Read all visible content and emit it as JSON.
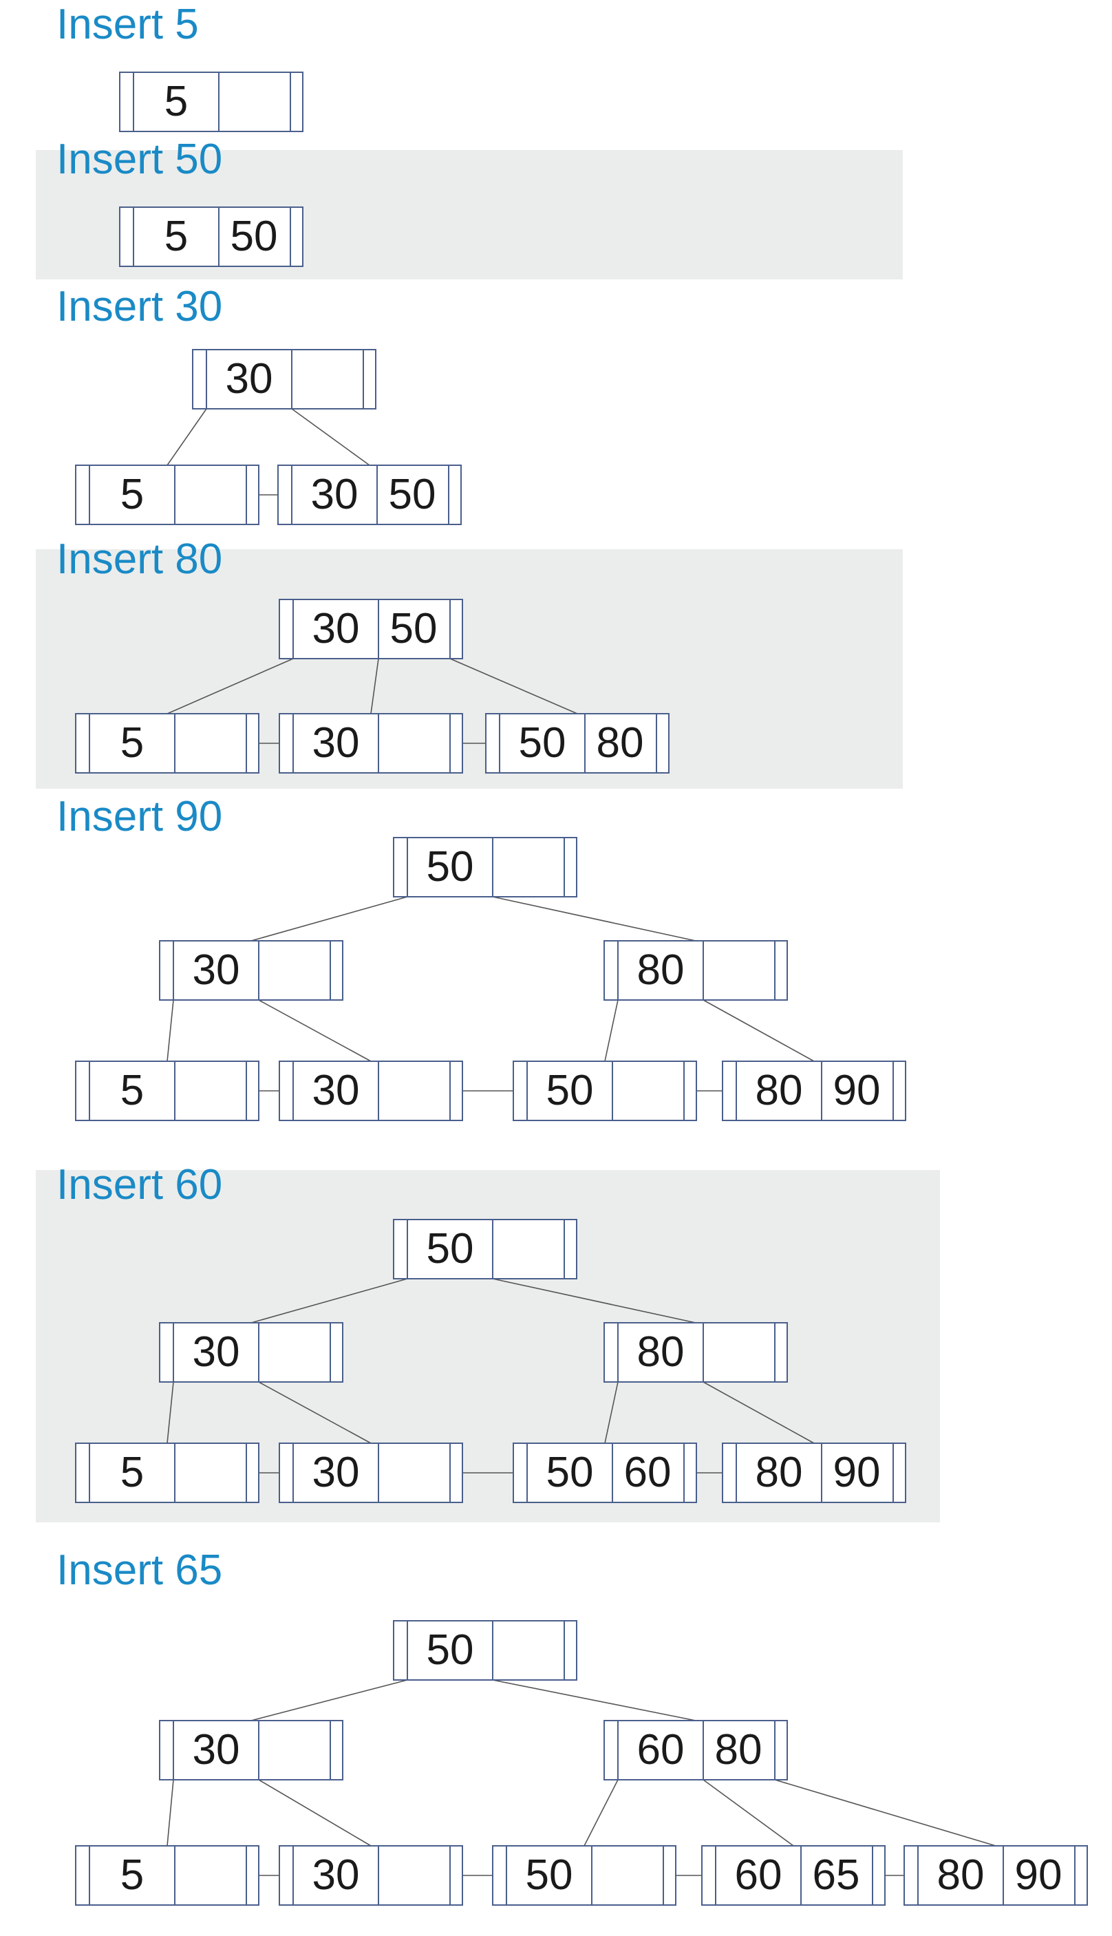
{
  "colors": {
    "title": "#1a8ac6",
    "band": "#ebedec",
    "node_border": "#4a5f8c",
    "text": "#1a1a1a",
    "edge": "#555555"
  },
  "steps": [
    {
      "title": "Insert 5",
      "nodes": [
        {
          "id": "n0",
          "keys": [
            "5",
            ""
          ]
        }
      ],
      "edges": [],
      "siblings": []
    },
    {
      "title": "Insert 50",
      "nodes": [
        {
          "id": "n0",
          "keys": [
            "5",
            "50"
          ]
        }
      ],
      "edges": [],
      "siblings": []
    },
    {
      "title": "Insert 30",
      "nodes": [
        {
          "id": "root",
          "keys": [
            "30",
            ""
          ]
        },
        {
          "id": "l0",
          "keys": [
            "5",
            ""
          ]
        },
        {
          "id": "l1",
          "keys": [
            "30",
            "50"
          ]
        }
      ],
      "edges": [
        [
          "root",
          0,
          "l0"
        ],
        [
          "root",
          1,
          "l1"
        ]
      ],
      "siblings": [
        [
          "l0",
          "l1"
        ]
      ]
    },
    {
      "title": "Insert 80",
      "nodes": [
        {
          "id": "root",
          "keys": [
            "30",
            "50"
          ]
        },
        {
          "id": "l0",
          "keys": [
            "5",
            ""
          ]
        },
        {
          "id": "l1",
          "keys": [
            "30",
            ""
          ]
        },
        {
          "id": "l2",
          "keys": [
            "50",
            "80"
          ]
        }
      ],
      "edges": [
        [
          "root",
          0,
          "l0"
        ],
        [
          "root",
          1,
          "l1"
        ],
        [
          "root",
          2,
          "l2"
        ]
      ],
      "siblings": [
        [
          "l0",
          "l1"
        ],
        [
          "l1",
          "l2"
        ]
      ]
    },
    {
      "title": "Insert 90",
      "nodes": [
        {
          "id": "root",
          "keys": [
            "50",
            ""
          ]
        },
        {
          "id": "i0",
          "keys": [
            "30",
            ""
          ]
        },
        {
          "id": "i1",
          "keys": [
            "80",
            ""
          ]
        },
        {
          "id": "l0",
          "keys": [
            "5",
            ""
          ]
        },
        {
          "id": "l1",
          "keys": [
            "30",
            ""
          ]
        },
        {
          "id": "l2",
          "keys": [
            "50",
            ""
          ]
        },
        {
          "id": "l3",
          "keys": [
            "80",
            "90"
          ]
        }
      ],
      "edges": [
        [
          "root",
          0,
          "i0"
        ],
        [
          "root",
          1,
          "i1"
        ],
        [
          "i0",
          0,
          "l0"
        ],
        [
          "i0",
          1,
          "l1"
        ],
        [
          "i1",
          0,
          "l2"
        ],
        [
          "i1",
          1,
          "l3"
        ]
      ],
      "siblings": [
        [
          "l0",
          "l1"
        ],
        [
          "l1",
          "l2"
        ],
        [
          "l2",
          "l3"
        ]
      ]
    },
    {
      "title": "Insert 60",
      "nodes": [
        {
          "id": "root",
          "keys": [
            "50",
            ""
          ]
        },
        {
          "id": "i0",
          "keys": [
            "30",
            ""
          ]
        },
        {
          "id": "i1",
          "keys": [
            "80",
            ""
          ]
        },
        {
          "id": "l0",
          "keys": [
            "5",
            ""
          ]
        },
        {
          "id": "l1",
          "keys": [
            "30",
            ""
          ]
        },
        {
          "id": "l2",
          "keys": [
            "50",
            "60"
          ]
        },
        {
          "id": "l3",
          "keys": [
            "80",
            "90"
          ]
        }
      ],
      "edges": [
        [
          "root",
          0,
          "i0"
        ],
        [
          "root",
          1,
          "i1"
        ],
        [
          "i0",
          0,
          "l0"
        ],
        [
          "i0",
          1,
          "l1"
        ],
        [
          "i1",
          0,
          "l2"
        ],
        [
          "i1",
          1,
          "l3"
        ]
      ],
      "siblings": [
        [
          "l0",
          "l1"
        ],
        [
          "l1",
          "l2"
        ],
        [
          "l2",
          "l3"
        ]
      ]
    },
    {
      "title": "Insert 65",
      "nodes": [
        {
          "id": "root",
          "keys": [
            "50",
            ""
          ]
        },
        {
          "id": "i0",
          "keys": [
            "30",
            ""
          ]
        },
        {
          "id": "i1",
          "keys": [
            "60",
            "80"
          ]
        },
        {
          "id": "l0",
          "keys": [
            "5",
            ""
          ]
        },
        {
          "id": "l1",
          "keys": [
            "30",
            ""
          ]
        },
        {
          "id": "l2",
          "keys": [
            "50",
            ""
          ]
        },
        {
          "id": "l3",
          "keys": [
            "60",
            "65"
          ]
        },
        {
          "id": "l4",
          "keys": [
            "80",
            "90"
          ]
        }
      ],
      "edges": [
        [
          "root",
          0,
          "i0"
        ],
        [
          "root",
          1,
          "i1"
        ],
        [
          "i0",
          0,
          "l0"
        ],
        [
          "i0",
          1,
          "l1"
        ],
        [
          "i1",
          0,
          "l2"
        ],
        [
          "i1",
          1,
          "l3"
        ],
        [
          "i1",
          2,
          "l4"
        ]
      ],
      "siblings": [
        [
          "l0",
          "l1"
        ],
        [
          "l1",
          "l2"
        ],
        [
          "l2",
          "l3"
        ],
        [
          "l3",
          "l4"
        ]
      ]
    }
  ]
}
